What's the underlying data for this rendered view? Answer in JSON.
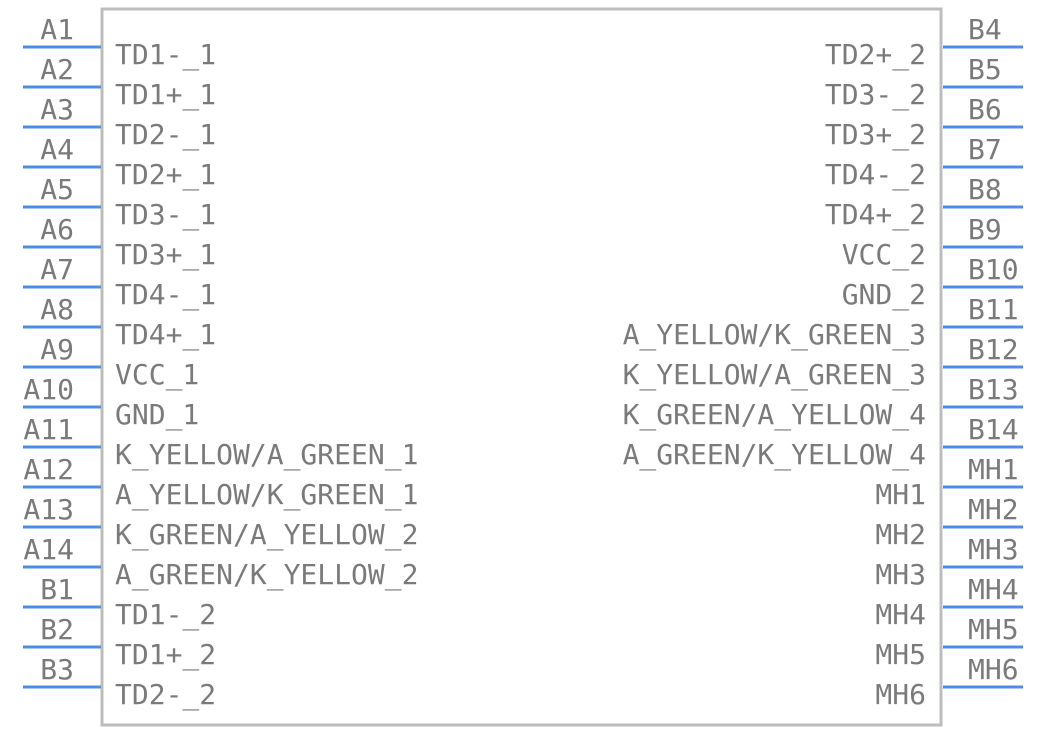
{
  "component": {
    "left_pins": [
      {
        "number": "A1",
        "name": "TD1-_1"
      },
      {
        "number": "A2",
        "name": "TD1+_1"
      },
      {
        "number": "A3",
        "name": "TD2-_1"
      },
      {
        "number": "A4",
        "name": "TD2+_1"
      },
      {
        "number": "A5",
        "name": "TD3-_1"
      },
      {
        "number": "A6",
        "name": "TD3+_1"
      },
      {
        "number": "A7",
        "name": "TD4-_1"
      },
      {
        "number": "A8",
        "name": "TD4+_1"
      },
      {
        "number": "A9",
        "name": "VCC_1"
      },
      {
        "number": "A10",
        "name": "GND_1"
      },
      {
        "number": "A11",
        "name": "K_YELLOW/A_GREEN_1"
      },
      {
        "number": "A12",
        "name": "A_YELLOW/K_GREEN_1"
      },
      {
        "number": "A13",
        "name": "K_GREEN/A_YELLOW_2"
      },
      {
        "number": "A14",
        "name": "A_GREEN/K_YELLOW_2"
      },
      {
        "number": "B1",
        "name": "TD1-_2"
      },
      {
        "number": "B2",
        "name": "TD1+_2"
      },
      {
        "number": "B3",
        "name": "TD2-_2"
      }
    ],
    "right_pins": [
      {
        "number": "B4",
        "name": "TD2+_2"
      },
      {
        "number": "B5",
        "name": "TD3-_2"
      },
      {
        "number": "B6",
        "name": "TD3+_2"
      },
      {
        "number": "B7",
        "name": "TD4-_2"
      },
      {
        "number": "B8",
        "name": "TD4+_2"
      },
      {
        "number": "B9",
        "name": "VCC_2"
      },
      {
        "number": "B10",
        "name": "GND_2"
      },
      {
        "number": "B11",
        "name": "A_YELLOW/K_GREEN_3"
      },
      {
        "number": "B12",
        "name": "K_YELLOW/A_GREEN_3"
      },
      {
        "number": "B13",
        "name": "K_GREEN/A_YELLOW_4"
      },
      {
        "number": "B14",
        "name": "A_GREEN/K_YELLOW_4"
      },
      {
        "number": "MH1",
        "name": "MH1"
      },
      {
        "number": "MH2",
        "name": "MH2"
      },
      {
        "number": "MH3",
        "name": "MH3"
      },
      {
        "number": "MH4",
        "name": "MH4"
      },
      {
        "number": "MH5",
        "name": "MH5"
      },
      {
        "number": "MH6",
        "name": "MH6"
      }
    ]
  },
  "colors": {
    "pin_line": "#4a8fe7",
    "text": "#7a7a7a",
    "body_outline": "#bdbdbd",
    "background": "#ffffff"
  }
}
